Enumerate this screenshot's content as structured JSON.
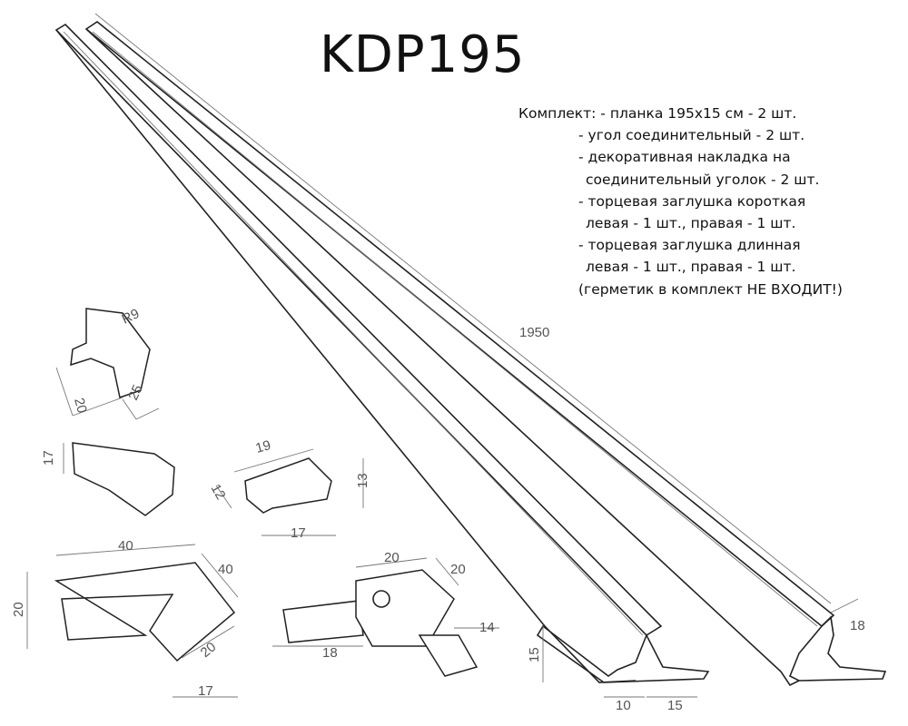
{
  "title": "KDP195",
  "kit": {
    "lines": [
      "Комплект: - планка 195х15 см - 2 шт.",
      "- угол соединительный - 2 шт.",
      "- декоративная накладка на",
      "соединительный уголок - 2 шт.",
      "- торцевая заглушка короткая",
      "левая - 1 шт., правая - 1 шт.",
      "- торцевая заглушка длинная",
      "левая - 1 шт., правая - 1 шт.",
      "(герметик в комплект НЕ ВХОДИТ!)"
    ]
  },
  "dimensions": {
    "length": "1950",
    "corner_cap_radius": "R9",
    "corner_cap_height": "20",
    "corner_cap_width": "25",
    "end_cap_height": "17",
    "clip_length": "19",
    "clip_depth": "12",
    "clip_height": "13",
    "clip_base": "17",
    "long_cap_length": "40",
    "long_cap_side": "40",
    "long_cap_height": "20",
    "long_cap_diag": "20",
    "long_cap_base": "17",
    "connector_width": "20",
    "connector_side": "20",
    "connector_pin": "18",
    "connector_tab": "14",
    "profile_height": "15",
    "profile_lip": "10",
    "profile_base": "15",
    "profile_depth": "18"
  }
}
